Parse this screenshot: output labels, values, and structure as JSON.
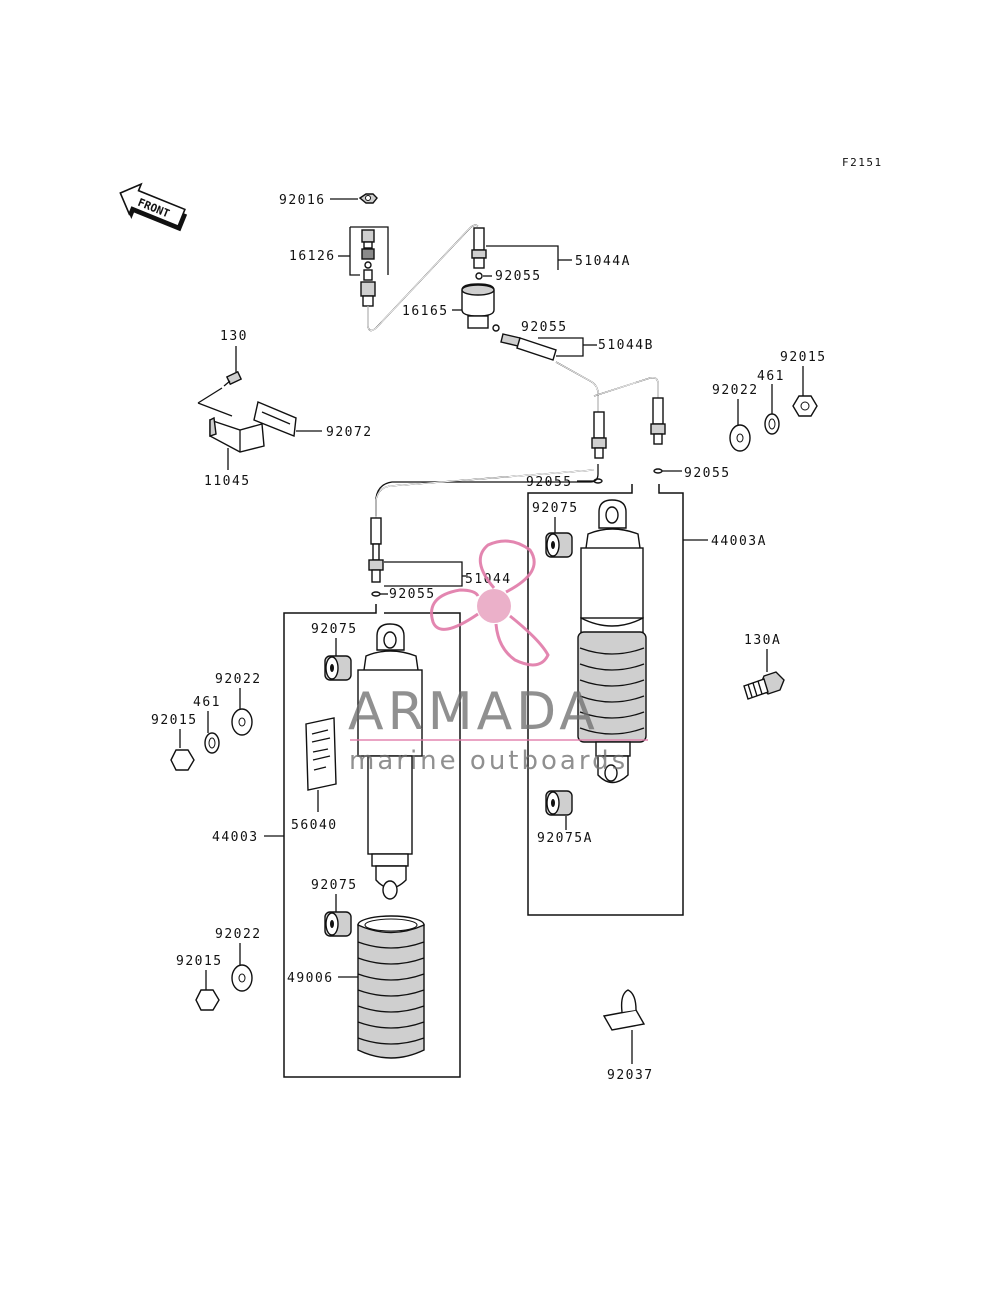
{
  "diagram_id": "F2151",
  "front_label": "FRONT",
  "watermark": {
    "brand": "ARMADA",
    "tagline": "marine outboards",
    "accent_color": "#e07aa8",
    "text_color": "#6f6f6f"
  },
  "labels": {
    "p92016": "92016",
    "p16126": "16126",
    "p16165": "16165",
    "p51044A": "51044A",
    "p92055_a": "92055",
    "p92055_b": "92055",
    "p51044B": "51044B",
    "p130": "130",
    "p92072": "92072",
    "p11045": "11045",
    "p92015_r": "92015",
    "p461_r": "461",
    "p92022_r": "92022",
    "p92055_c": "92055",
    "p92055_d": "92055",
    "p92075_r": "92075",
    "p44003A": "44003A",
    "p51044": "51044",
    "p92055_e": "92055",
    "p130A": "130A",
    "p92075_l1": "92075",
    "p92022_l1": "92022",
    "p461_l": "461",
    "p92015_l1": "92015",
    "p56040": "56040",
    "p44003": "44003",
    "p92075A": "92075A",
    "p92075_l2": "92075",
    "p92022_l2": "92022",
    "p92015_l2": "92015",
    "p49006": "49006",
    "p92037": "92037"
  }
}
